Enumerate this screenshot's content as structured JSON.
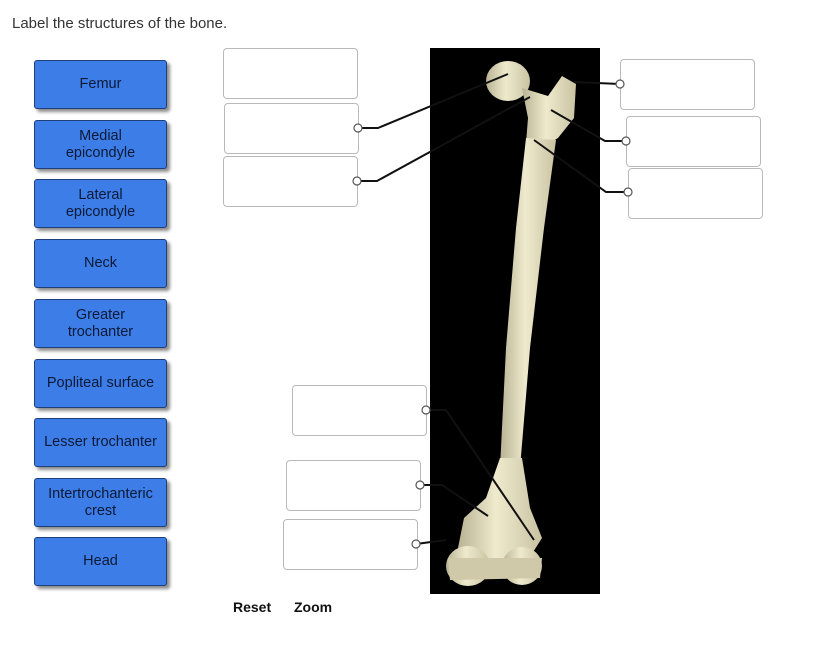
{
  "instruction": "Label the structures of the bone.",
  "labels": [
    "Femur",
    "Medial\nepicondyle",
    "Lateral\nepicondyle",
    "Neck",
    "Greater\ntrochanter",
    "Popliteal surface",
    "Lesser trochanter",
    "Intertrochanteric\ncrest",
    "Head"
  ],
  "footer": {
    "reset": "Reset",
    "zoom": "Zoom"
  },
  "colors": {
    "label_fill": "#3d7de8",
    "bone_background": "#000000",
    "bone": "#e9e4c6"
  }
}
